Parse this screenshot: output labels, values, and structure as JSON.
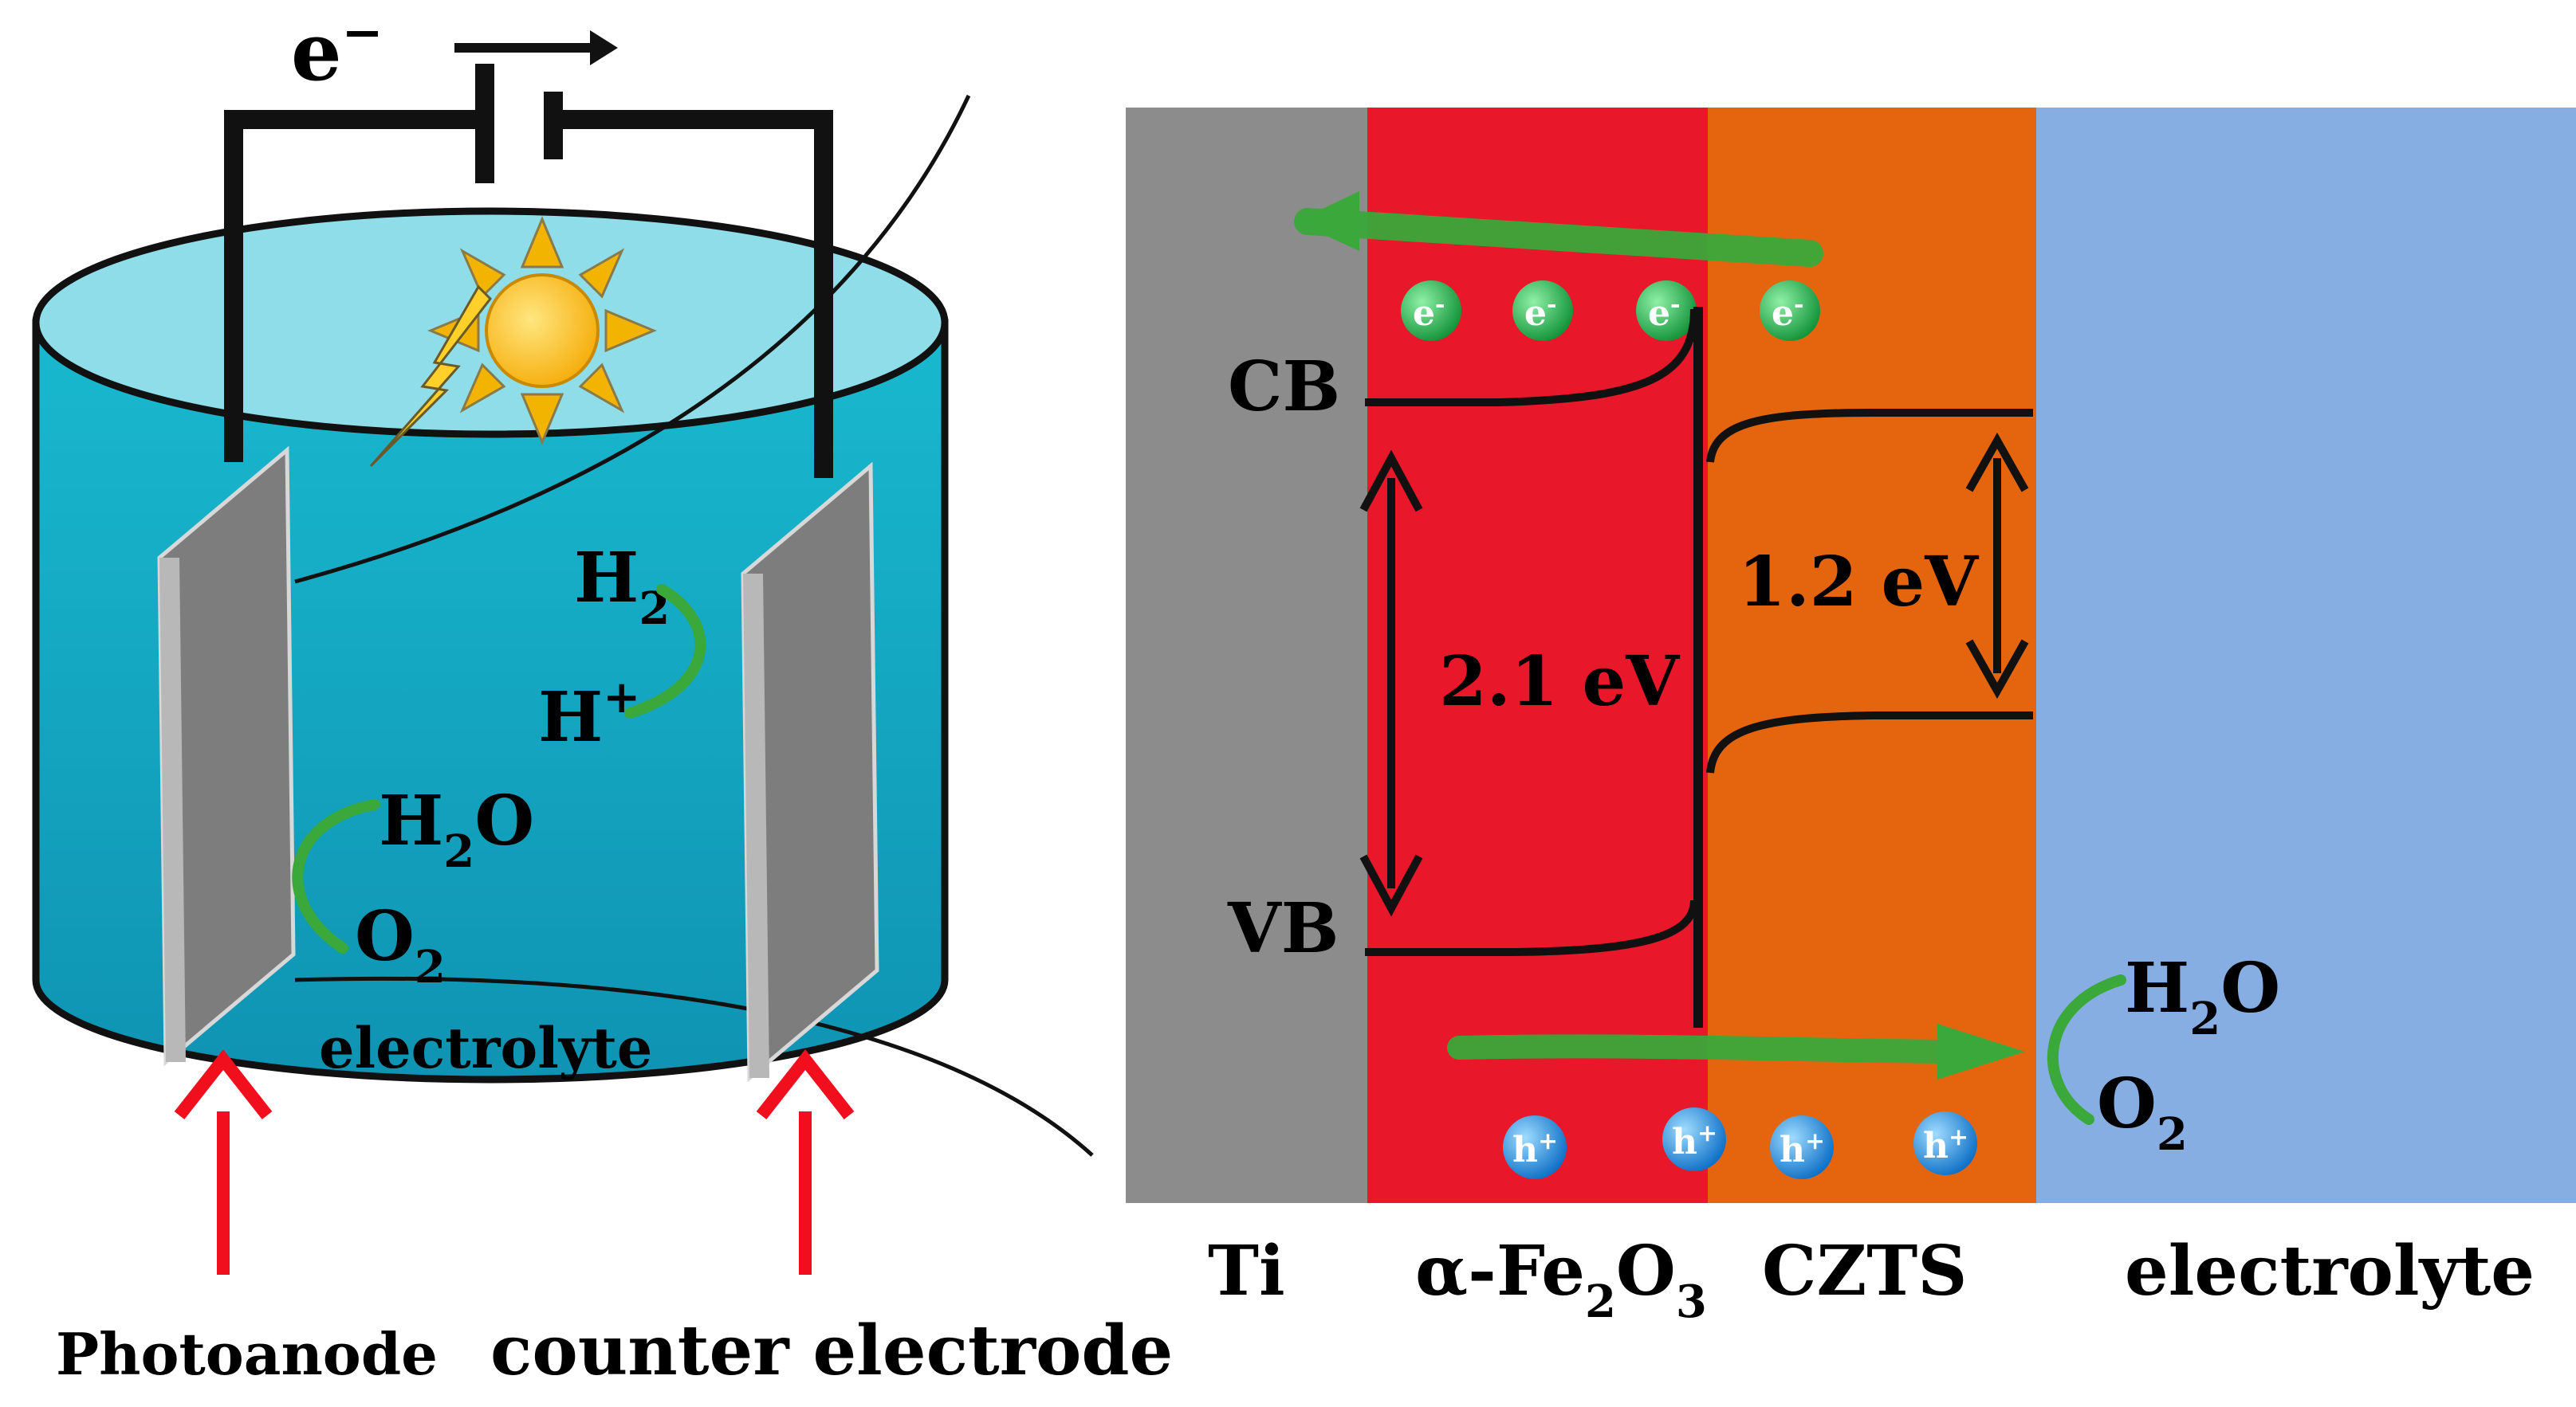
{
  "left_cell": {
    "electron_label": "e",
    "electron_sup": "−",
    "h2": {
      "base": "H",
      "sub": "2"
    },
    "h_plus": {
      "base": "H",
      "sup": "+"
    },
    "h2o": {
      "base": "H",
      "sub": "2",
      "tail": "O"
    },
    "o2": {
      "base": "O",
      "sub": "2"
    },
    "electrolyte_label": "electrolyte",
    "photoanode_label": "Photoanode",
    "counter_label": "counter electrode"
  },
  "band_diagram": {
    "cb_label": "CB",
    "vb_label": "VB",
    "gap_fe2o3": "2.1 eV",
    "gap_czts": "1.2 eV",
    "electron_particle": "e",
    "electron_particle_sup": "-",
    "hole_particle": "h",
    "hole_particle_sup": "+",
    "h2o": {
      "base": "H",
      "sub": "2",
      "tail": "O"
    },
    "o2": {
      "base": "O",
      "sub": "2"
    },
    "layers": {
      "ti": "Ti",
      "fe2o3": {
        "prefix": "α-Fe",
        "sub1": "2",
        "mid": "O",
        "sub2": "3"
      },
      "czts": "CZTS",
      "electrolyte": "electrolyte"
    }
  },
  "colors": {
    "electrolyte_teal": "#19a6bd",
    "ti_gray": "#8c8c8c",
    "fe2o3_red": "#e8172a",
    "czts_orange": "#e5650f",
    "electrolyte_blue": "#86aee2",
    "arrow_green": "#3aa83a",
    "hole_blue": "#1f8fe0",
    "electron_green": "#27b24a"
  }
}
